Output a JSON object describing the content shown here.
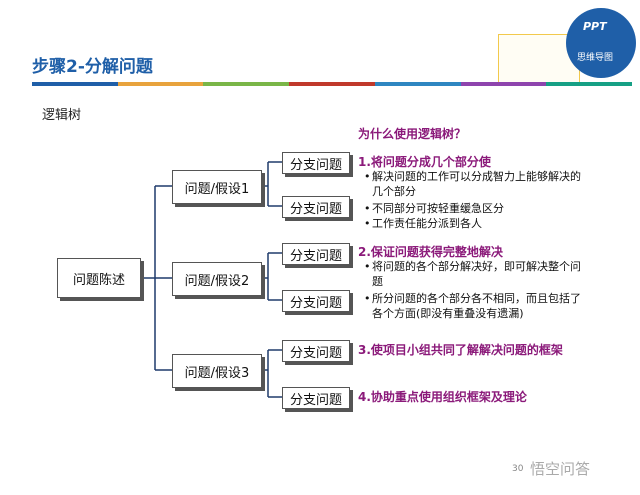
{
  "header": {
    "title": "步骤2-分解问题",
    "subtitle": "逻辑树",
    "colors": [
      "#1f5fa8",
      "#e8a33d",
      "#7ab648",
      "#c0392b",
      "#2e86c1",
      "#8e44ad",
      "#16a085"
    ]
  },
  "logo": {
    "ppt": "PPT",
    "sub": "思维导图"
  },
  "tree": {
    "root": "问题陈述",
    "hypotheses": [
      {
        "label": "问题/假设1",
        "branches": [
          "分支问题",
          "分支问题"
        ]
      },
      {
        "label": "问题/假设2",
        "branches": [
          "分支问题",
          "分支问题"
        ]
      },
      {
        "label": "问题/假设3",
        "branches": [
          "分支问题",
          "分支问题"
        ]
      }
    ]
  },
  "reasons": {
    "heading": "为什么使用逻辑树？",
    "items": [
      {
        "title": "1.将问题分成几个部分使",
        "bullets": [
          "解决问题的工作可以分成智力上能够解决的几个部分",
          "不同部分可按轻重缓急区分",
          "工作责任能分派到各人"
        ]
      },
      {
        "title": "2.保证问题获得完整地解决",
        "bullets": [
          "将问题的各个部分解决好，即可解决整个问题",
          "所分问题的各个部分各不相同，而且包括了各个方面(即没有重叠没有遗漏)"
        ]
      },
      {
        "title": "3.使项目小组共同了解解决问题的框架",
        "bullets": []
      },
      {
        "title": "4.协助重点使用组织框架及理论",
        "bullets": []
      }
    ]
  },
  "footer": {
    "page": "30",
    "watermark": "悟空问答"
  }
}
